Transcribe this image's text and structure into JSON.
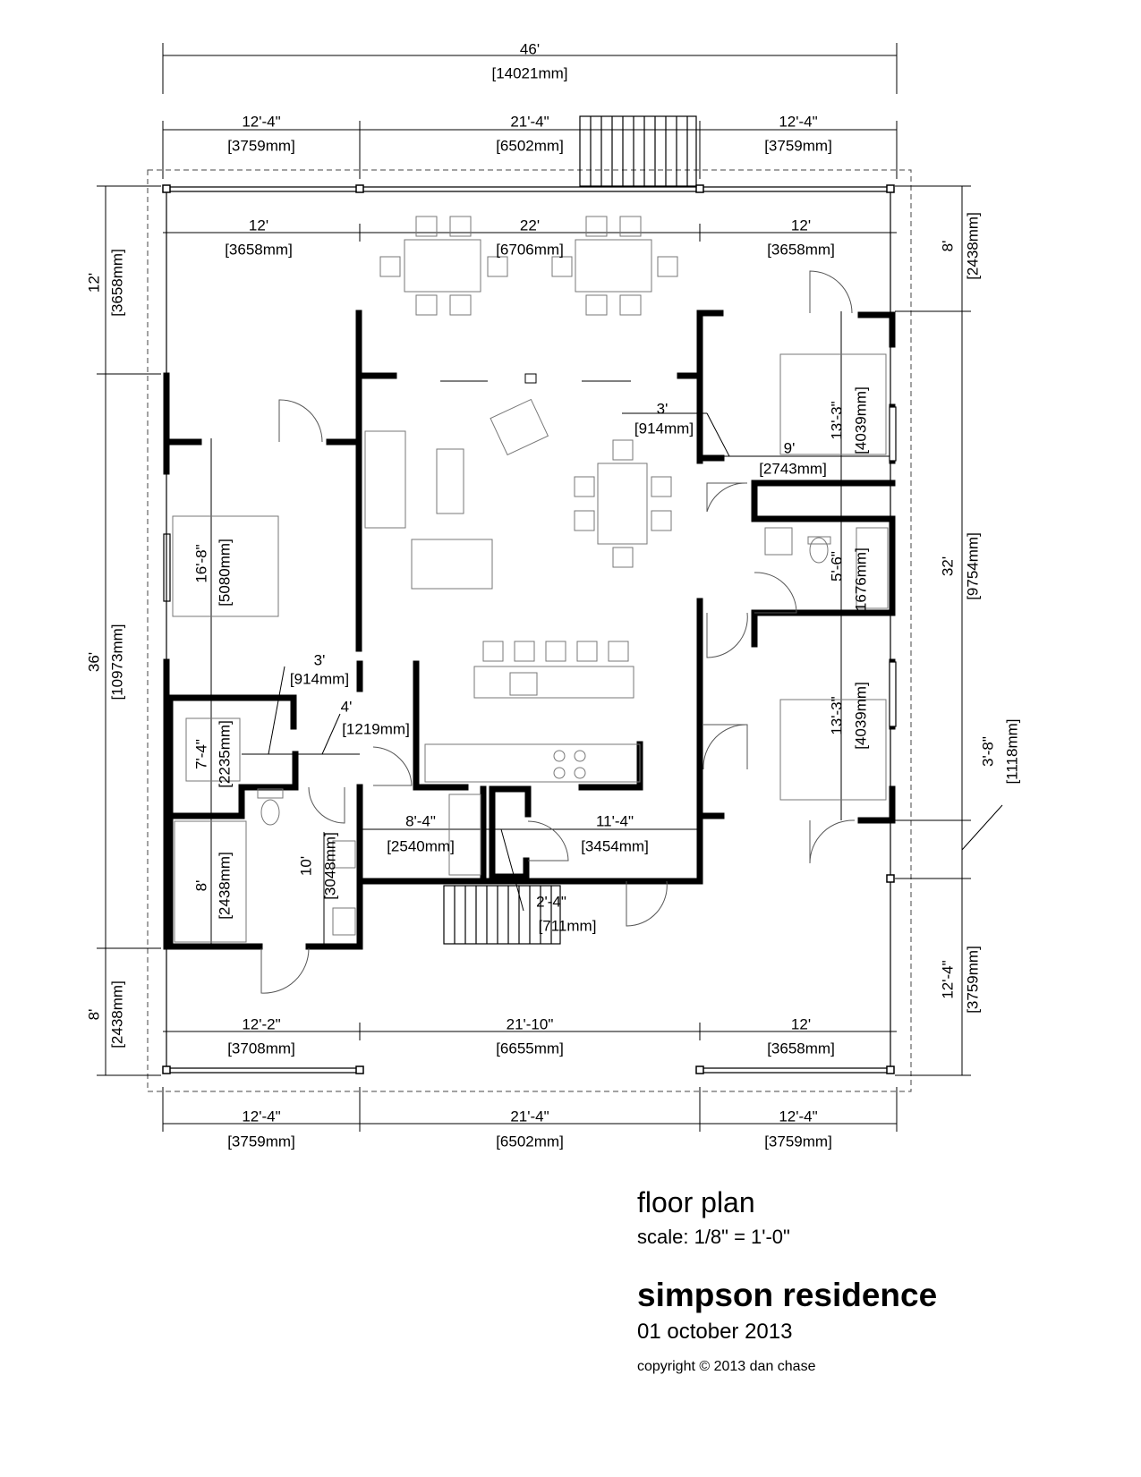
{
  "dimensions": [
    {
      "ft": "46'",
      "mm": "[14021mm]"
    },
    {
      "ft": "12'-4\"",
      "mm": "[3759mm]"
    },
    {
      "ft": "21'-4\"",
      "mm": "[6502mm]"
    },
    {
      "ft": "12'-4\"",
      "mm": "[3759mm]"
    },
    {
      "ft": "12'",
      "mm": "[3658mm]"
    },
    {
      "ft": "22'",
      "mm": "[6706mm]"
    },
    {
      "ft": "12'",
      "mm": "[3658mm]"
    },
    {
      "ft": "12'",
      "mm": "[3658mm]"
    },
    {
      "ft": "36'",
      "mm": "[10973mm]"
    },
    {
      "ft": "8'",
      "mm": "[2438mm]"
    },
    {
      "ft": "8'",
      "mm": "[2438mm]"
    },
    {
      "ft": "32'",
      "mm": "[9754mm]"
    },
    {
      "ft": "12'-4\"",
      "mm": "[3759mm]"
    },
    {
      "ft": "3'-8\"",
      "mm": "[1118mm]"
    },
    {
      "ft": "12'-2\"",
      "mm": "[3708mm]"
    },
    {
      "ft": "21'-10\"",
      "mm": "[6655mm]"
    },
    {
      "ft": "12'",
      "mm": "[3658mm]"
    },
    {
      "ft": "12'-4\"",
      "mm": "[3759mm]"
    },
    {
      "ft": "21'-4\"",
      "mm": "[6502mm]"
    },
    {
      "ft": "12'-4\"",
      "mm": "[3759mm]"
    },
    {
      "ft": "3'",
      "mm": "[914mm]"
    },
    {
      "ft": "9'",
      "mm": "[2743mm]"
    },
    {
      "ft": "13'-3\"",
      "mm": "[4039mm]"
    },
    {
      "ft": "5'-6\"",
      "mm": "[1676mm]"
    },
    {
      "ft": "13'-3\"",
      "mm": "[4039mm]"
    },
    {
      "ft": "16'-8\"",
      "mm": "[5080mm]"
    },
    {
      "ft": "3'",
      "mm": "[914mm]"
    },
    {
      "ft": "4'",
      "mm": "[1219mm]"
    },
    {
      "ft": "7'-4\"",
      "mm": "[2235mm]"
    },
    {
      "ft": "8'-4\"",
      "mm": "[2540mm]"
    },
    {
      "ft": "11'-4\"",
      "mm": "[3454mm]"
    },
    {
      "ft": "10'",
      "mm": "[3048mm]"
    },
    {
      "ft": "8'",
      "mm": "[2438mm]"
    },
    {
      "ft": "2'-4\"",
      "mm": "[711mm]"
    }
  ],
  "title_block": {
    "drawing": "floor plan",
    "scale": "scale: 1/8\" = 1'-0\"",
    "project": "simpson residence",
    "date": "01 october 2013",
    "copyright": "copyright © 2013 dan chase"
  }
}
